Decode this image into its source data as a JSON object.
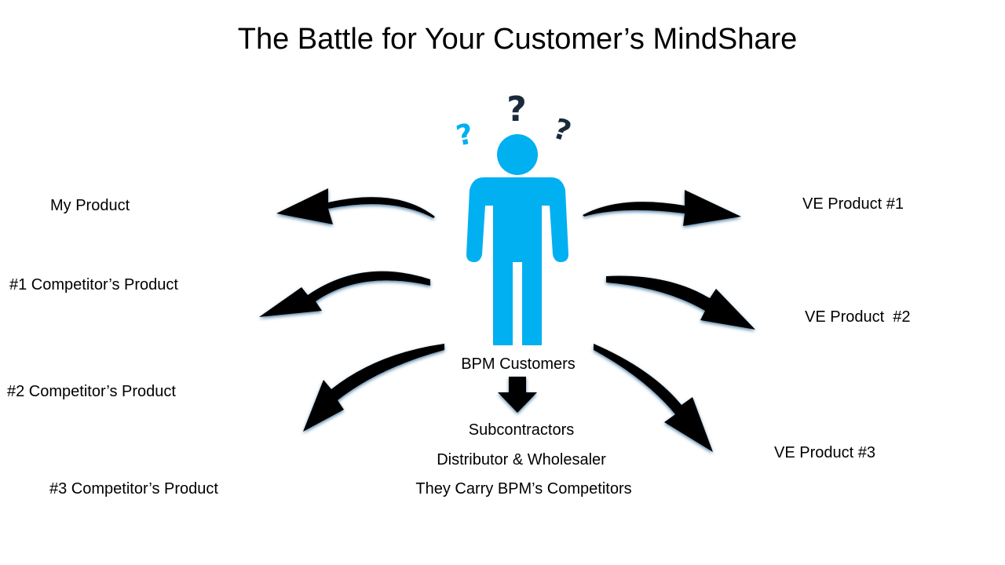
{
  "title": "The Battle for Your Customer’s MindShare",
  "left_labels": [
    "My Product",
    "#1 Competitor’s Product",
    "#2 Competitor’s Product",
    "#3 Competitor’s Product"
  ],
  "right_labels": [
    "VE Product #1",
    "VE Product  #2",
    "VE Product #3"
  ],
  "center": {
    "caption": "BPM Customers",
    "lines": [
      "Subcontractors",
      "Distributor & Wholesaler",
      "They Carry BPM’s Competitors"
    ]
  },
  "question_marks": [
    "?",
    "?",
    "?"
  ],
  "colors": {
    "person": "#00b0f0",
    "arrows": "#000000",
    "question_dark": "#1a2a3a",
    "question_blue": "#00b0f0"
  },
  "icons": {
    "person": "person-icon",
    "arrow": "curved-arrow-icon"
  }
}
